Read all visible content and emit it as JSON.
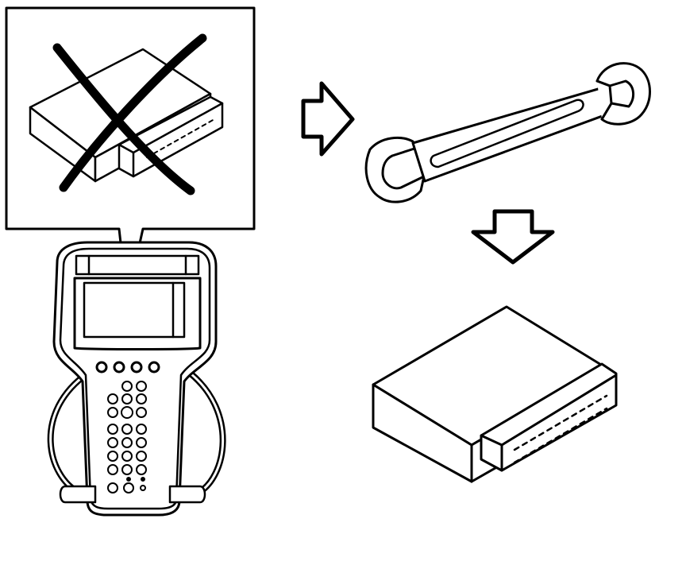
{
  "diagram": {
    "colors": {
      "ink": "#000000",
      "paper": "#ffffff",
      "cross": "#000000"
    },
    "panels": [
      {
        "id": "callout",
        "content": "ecm-module-crossed-out"
      },
      {
        "id": "scan-tool",
        "content": "handheld-scan-tool"
      },
      {
        "id": "wrench",
        "content": "open-end-wrench"
      },
      {
        "id": "module",
        "content": "ecm-module"
      }
    ],
    "arrows": [
      {
        "from": "callout",
        "to": "wrench",
        "direction": "right"
      },
      {
        "from": "wrench",
        "to": "module",
        "direction": "down"
      }
    ],
    "icons": [
      "ecm-module-icon",
      "cross-icon",
      "scan-tool-icon",
      "wrench-icon",
      "arrow-right-icon",
      "arrow-down-icon",
      "ecm-module-icon"
    ]
  }
}
